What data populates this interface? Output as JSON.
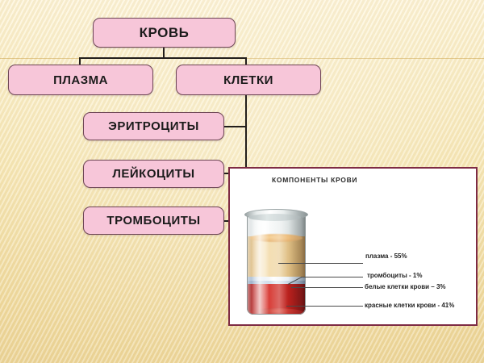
{
  "diagram": {
    "title_node": "КРОВЬ",
    "nodes": [
      {
        "id": "krov",
        "label": "КРОВЬ"
      },
      {
        "id": "plazma",
        "label": "ПЛАЗМА"
      },
      {
        "id": "kletki",
        "label": "КЛЕТКИ"
      },
      {
        "id": "erit",
        "label": "ЭРИТРОЦИТЫ"
      },
      {
        "id": "leik",
        "label": "ЛЕЙКОЦИТЫ"
      },
      {
        "id": "tromb",
        "label": "ТРОМБОЦИТЫ"
      }
    ],
    "colors": {
      "node_fill": "#f7c6d9",
      "node_border": "#6e4656",
      "connector": "#231f1c",
      "background": "#f3e3b0",
      "frame_border": "#7e2b44"
    }
  },
  "picture": {
    "title": "КОМПОНЕНТЫ КРОВИ",
    "callouts": [
      {
        "id": "plasma",
        "label": "плазма - 55%"
      },
      {
        "id": "platelets",
        "label": "тромбоциты - 1%"
      },
      {
        "id": "wbc",
        "label": "белые клетки крови – 3%"
      },
      {
        "id": "rbc",
        "label": "красные клетки крови - 41%"
      }
    ],
    "layers": [
      {
        "name": "plasma",
        "percent": 55,
        "color": "#e4c48c"
      },
      {
        "name": "platelets",
        "percent": 1,
        "color": "#e8eff6"
      },
      {
        "name": "wbc",
        "percent": 3,
        "color": "#b9cade"
      },
      {
        "name": "rbc",
        "percent": 41,
        "color": "#c22a24"
      }
    ]
  }
}
